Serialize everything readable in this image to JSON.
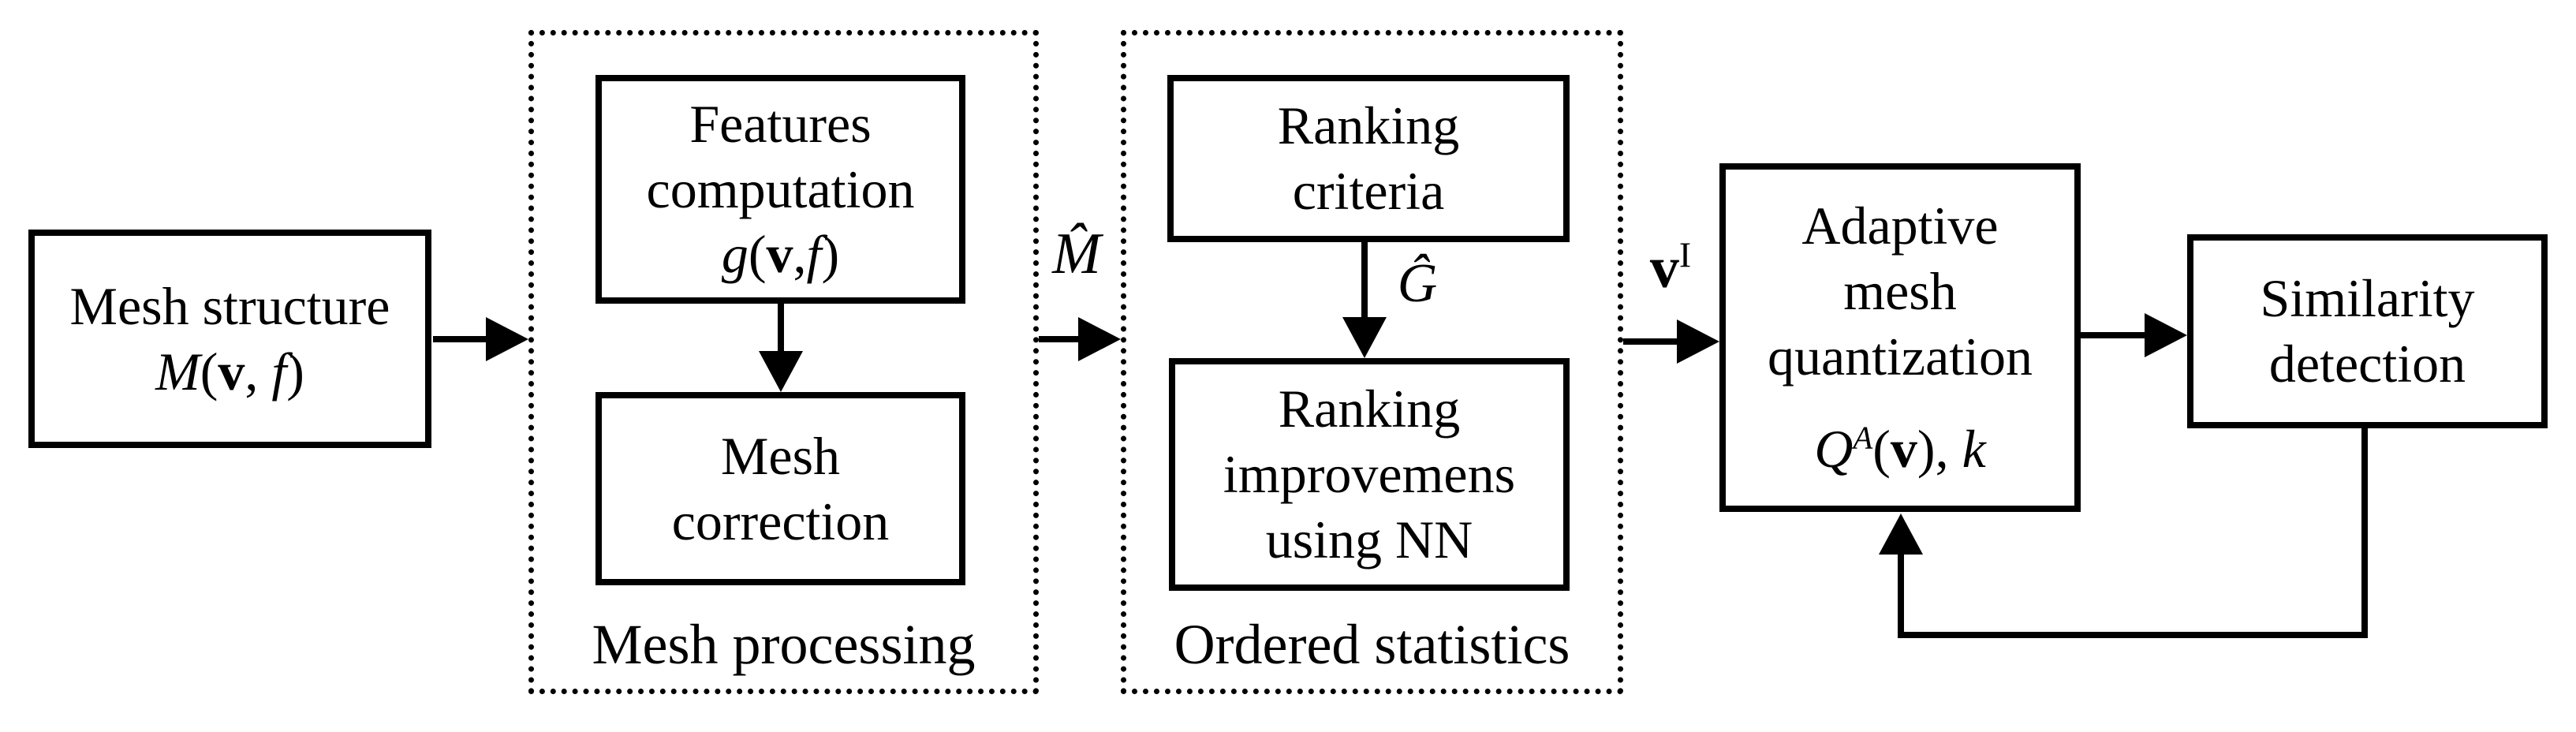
{
  "nodes": {
    "mesh_structure": {
      "line1": "Mesh structure",
      "math": {
        "name": "M",
        "open": "(",
        "v": "v",
        "comma": ", ",
        "f": "f",
        "close": ")"
      }
    },
    "features_computation": {
      "line1": "Features",
      "line2": "computation",
      "math": {
        "name": "g",
        "open": "(",
        "v": "v",
        "comma": ",",
        "f": "f",
        "close": ")"
      }
    },
    "mesh_correction": {
      "line1": "Mesh",
      "line2": "correction"
    },
    "ranking_criteria": {
      "line1": "Ranking",
      "line2": "criteria"
    },
    "ranking_improvements": {
      "line1": "Ranking",
      "line2": "improvemens",
      "line3": "using NN"
    },
    "adaptive_quantization": {
      "line1": "Adaptive",
      "line2": "mesh",
      "line3": "quantization",
      "math": {
        "name": "Q",
        "sup": "A",
        "open": "(",
        "v": "v",
        "close": "),",
        "space": " ",
        "k": "k"
      }
    },
    "similarity_detection": {
      "line1": "Similarity",
      "line2": "detection"
    }
  },
  "groups": {
    "mesh_processing": {
      "label": "Mesh processing"
    },
    "ordered_statistics": {
      "label": "Ordered statistics"
    }
  },
  "edge_labels": {
    "m_hat": "M̂",
    "g_hat": "Ĝ",
    "v_base": "v",
    "v_sup": "I"
  },
  "colors": {
    "stroke": "#000000",
    "background": "#ffffff"
  }
}
